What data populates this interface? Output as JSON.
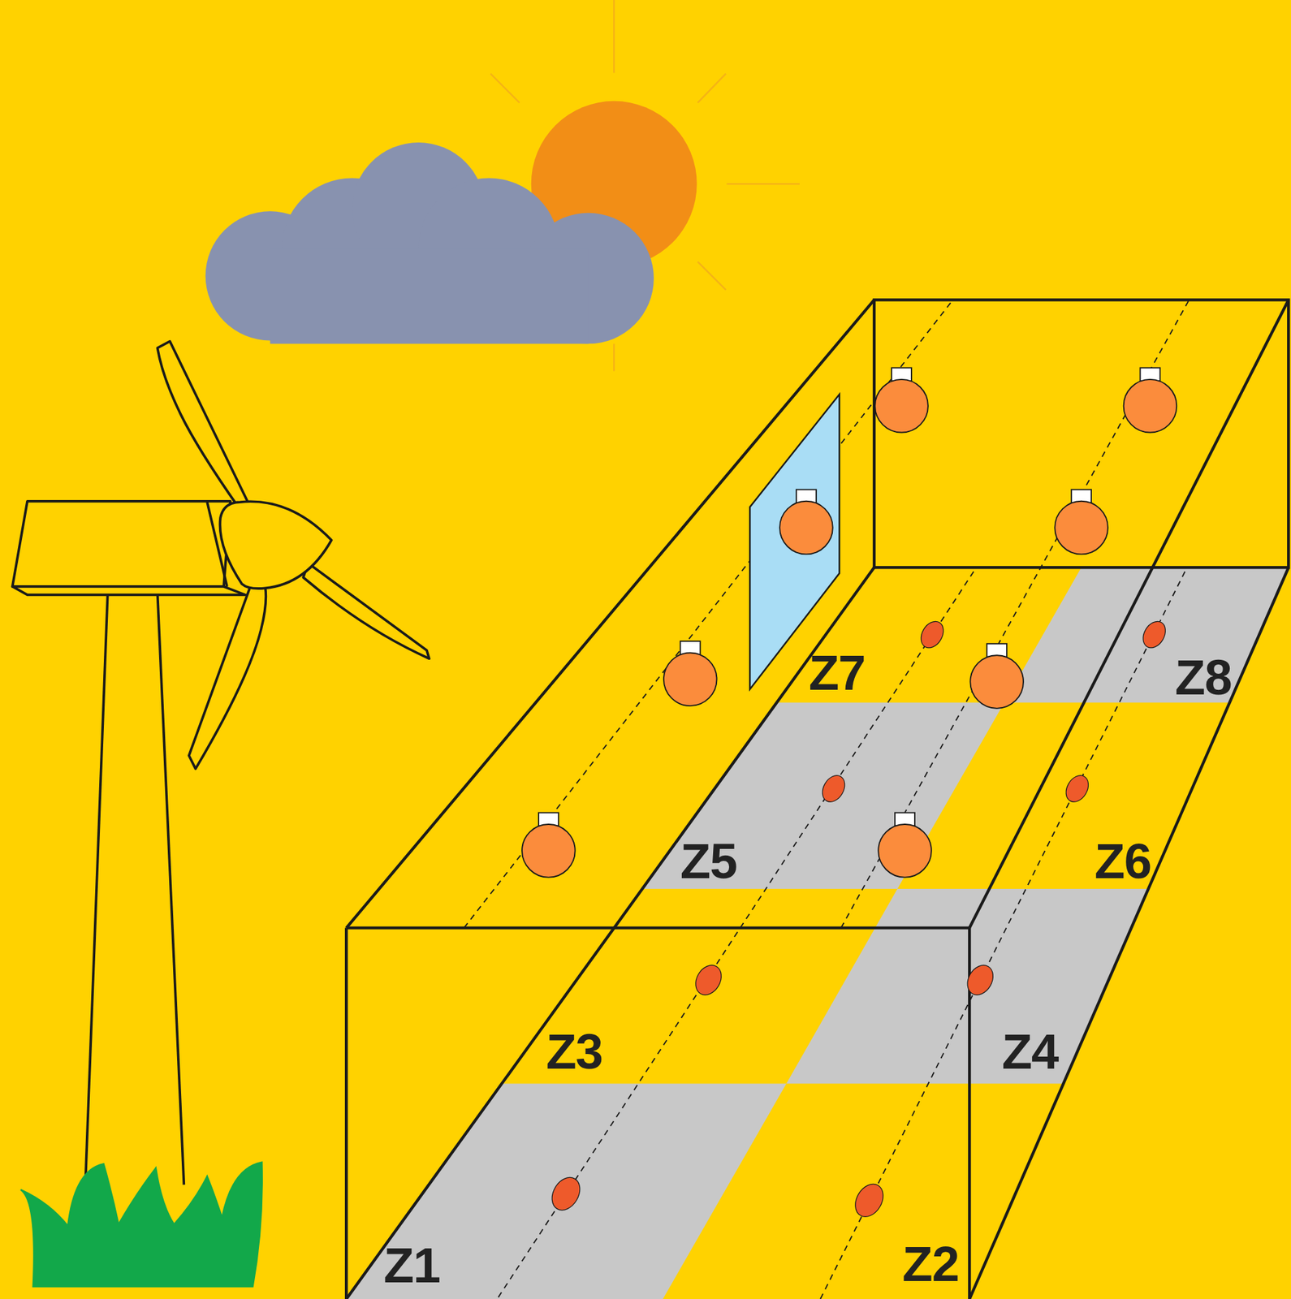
{
  "diagram": {
    "labels": [
      "Z7",
      "Z8",
      "Z5",
      "Z6",
      "Z3",
      "Z4",
      "Z1",
      "Z2"
    ]
  }
}
